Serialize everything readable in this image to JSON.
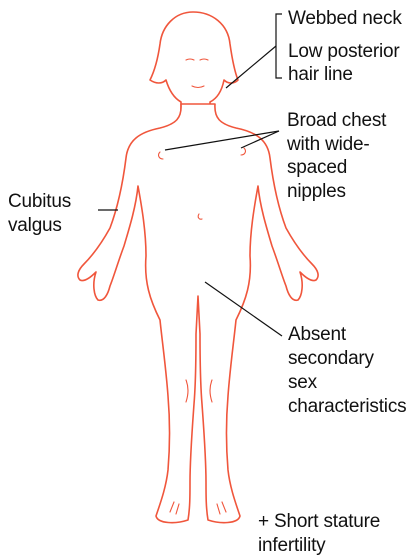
{
  "colors": {
    "outline": "#f0563c",
    "skin": "#ffffff",
    "text": "#111111",
    "leader": "#111111"
  },
  "labels": {
    "webbed_neck": "Webbed neck",
    "low_hairline_1": "Low posterior",
    "low_hairline_2": "hair line",
    "broad_chest_1": "Broad chest",
    "broad_chest_2": "with wide-",
    "broad_chest_3": "spaced",
    "broad_chest_4": "nipples",
    "cubitus_1": "Cubitus",
    "cubitus_2": "valgus",
    "absent_1": "Absent",
    "absent_2": "secondary",
    "absent_3": "sex",
    "absent_4": "characteristics",
    "footer_1": "+ Short stature",
    "footer_2": "infertility"
  }
}
